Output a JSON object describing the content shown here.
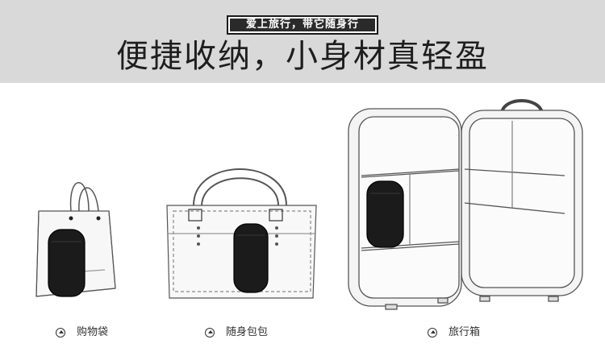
{
  "banner": {
    "tag_text": "爱上旅行，带它随身行",
    "headline": "便捷收纳，小身材真轻盈"
  },
  "items": [
    {
      "label": "购物袋",
      "icon": "up-arrow-circle-icon"
    },
    {
      "label": "随身包包",
      "icon": "up-arrow-circle-icon"
    },
    {
      "label": "旅行箱",
      "icon": "up-arrow-circle-icon"
    }
  ],
  "colors": {
    "banner_bg": "#d9d9d9",
    "tag_bg": "#2a2a2a",
    "bag_fill": "#1b1b1b",
    "line": "#555555"
  }
}
